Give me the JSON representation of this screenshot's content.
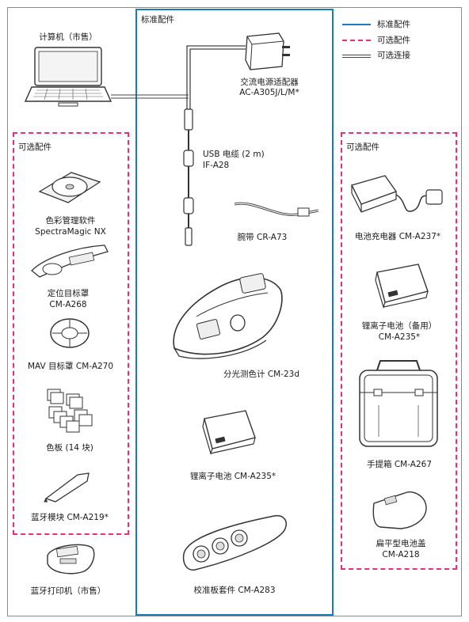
{
  "colors": {
    "standard": "#1f7ab8",
    "optional": "#e0317e",
    "frame": "#8a8a8a",
    "device": "#3a3a3a"
  },
  "legend": {
    "standard": "标准配件",
    "optional": "可选配件",
    "connection": "可选连接"
  },
  "standard_section": {
    "title": "标准配件",
    "items": {
      "ac_adapter_name": "交流电源适配器",
      "ac_adapter_model": "AC-A305J/L/M*",
      "usb_cable_name": "USB 电缆 (2 m)",
      "usb_cable_model": "IF-A28",
      "wrist_strap": "腕带 CR-A73",
      "instrument": "分光测色计 CM-23d",
      "li_battery": "锂离子电池 CM-A235*",
      "calibration_kit": "校准板套件 CM-A283"
    }
  },
  "left_optional": {
    "title": "可选配件",
    "items": {
      "software_name": "色彩管理软件",
      "software_model": "SpectraMagic NX",
      "target_mask_name": "定位目标罩",
      "target_mask_model": "CM-A268",
      "mav_mask": "MAV 目标罩 CM-A270",
      "color_tiles": "色板 (14 块)",
      "bluetooth_module": "蓝牙模块 CM-A219*"
    }
  },
  "right_optional": {
    "title": "可选配件",
    "items": {
      "charger": "电池充电器 CM-A237*",
      "spare_battery_name": "锂离子电池（备用）",
      "spare_battery_model": "CM-A235*",
      "hard_case": "手提箱 CM-A267",
      "flat_cover_name": "扁平型电池盖",
      "flat_cover_model": "CM-A218"
    }
  },
  "outside": {
    "computer": "计算机（市售）",
    "printer": "蓝牙打印机（市售）"
  }
}
